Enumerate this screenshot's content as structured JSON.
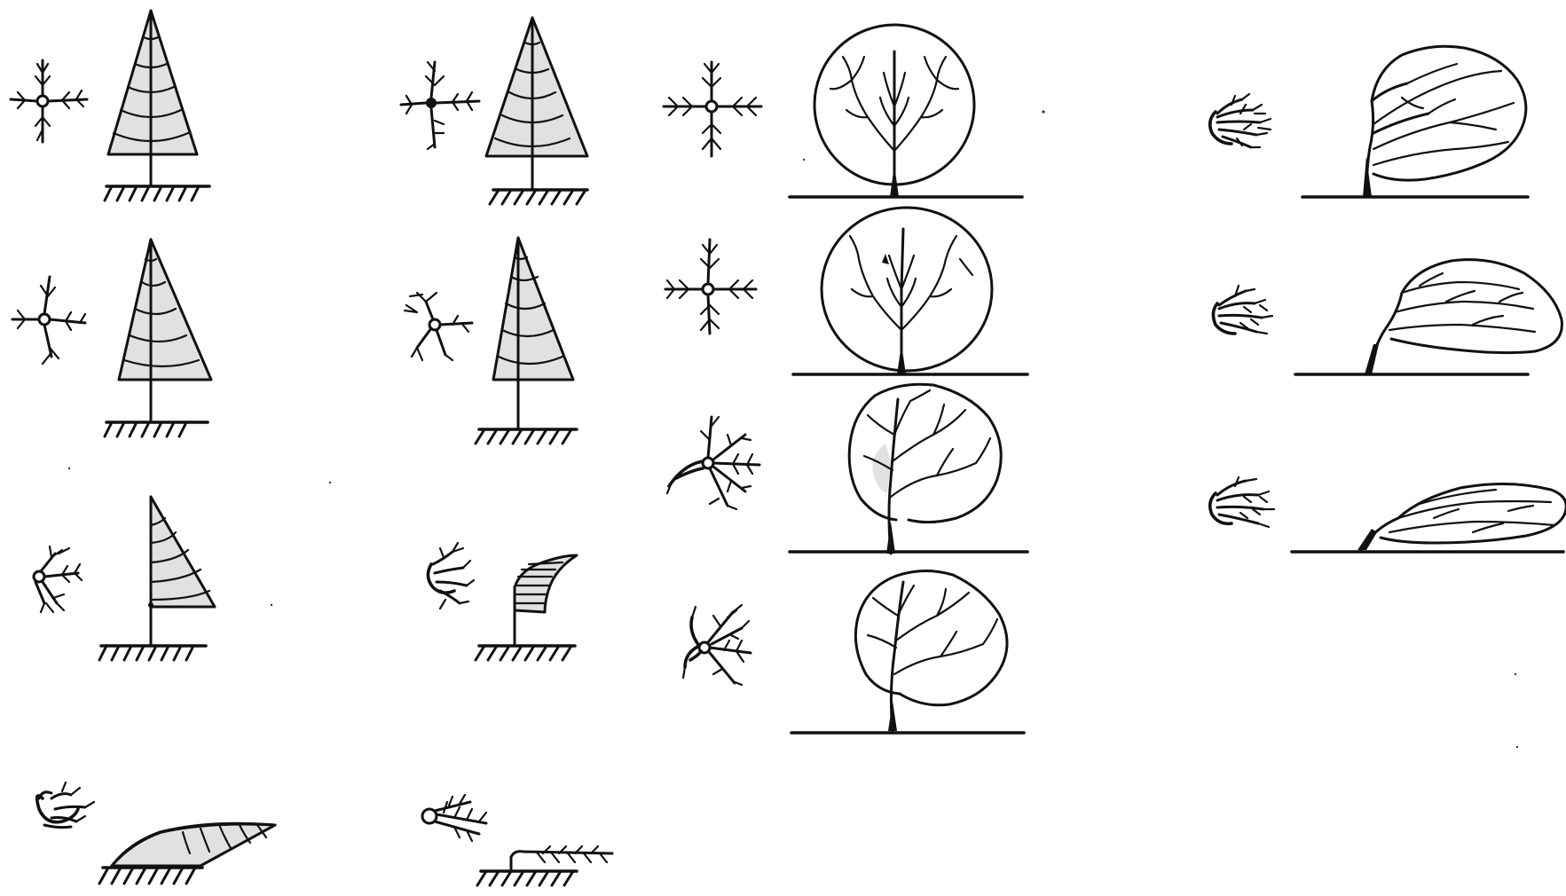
{
  "figure": {
    "kind": "Wind deformation of trees: plan-view symbols paired with elevation sketches",
    "colors": {
      "ink": "#111111",
      "shade": "#e1e1e1",
      "paper": "#ffffff"
    },
    "columns": [
      {
        "name": "conifer",
        "stages": 4,
        "rows": [
          {
            "plan_symbol": "symmetric-star-icon",
            "elevation": "upright-triangle-crown"
          },
          {
            "plan_symbol": "slightly-bent-star-icon",
            "elevation": "upright-triangle-crown"
          },
          {
            "plan_symbol": "one-sided-branches-icon",
            "elevation": "half-triangle-flag-crown"
          },
          {
            "plan_symbol": "wind-swept-tuft-icon",
            "elevation": "prostrate-wedge-crown"
          }
        ]
      },
      {
        "name": "conifer-variant",
        "stages": 4,
        "rows": [
          {
            "plan_symbol": "asymmetric-star-icon",
            "elevation": "upright-triangle-crown"
          },
          {
            "plan_symbol": "bent-star-icon",
            "elevation": "narrow-triangle-crown"
          },
          {
            "plan_symbol": "clustered-branches-icon",
            "elevation": "curved-flag-crown"
          },
          {
            "plan_symbol": "streamer-tuft-icon",
            "elevation": "low-mat-crown"
          }
        ]
      },
      {
        "name": "broadleaf",
        "stages": 4,
        "rows": [
          {
            "plan_symbol": "radial-star-icon",
            "elevation": "round-crown-upright"
          },
          {
            "plan_symbol": "radial-star-icon",
            "elevation": "round-crown-upright"
          },
          {
            "plan_symbol": "leeward-fan-icon",
            "elevation": "round-crown-leaning"
          },
          {
            "plan_symbol": "leeward-fan-icon",
            "elevation": "round-crown-leaning"
          }
        ]
      },
      {
        "name": "broadleaf-wind-shaped",
        "stages": 3,
        "rows": [
          {
            "plan_symbol": "compact-tuft-icon",
            "elevation": "swept-oval-crown"
          },
          {
            "plan_symbol": "compact-tuft-icon",
            "elevation": "swept-dome-crown"
          },
          {
            "plan_symbol": "compact-tuft-icon",
            "elevation": "wedge-shaped-crown"
          }
        ]
      }
    ]
  }
}
